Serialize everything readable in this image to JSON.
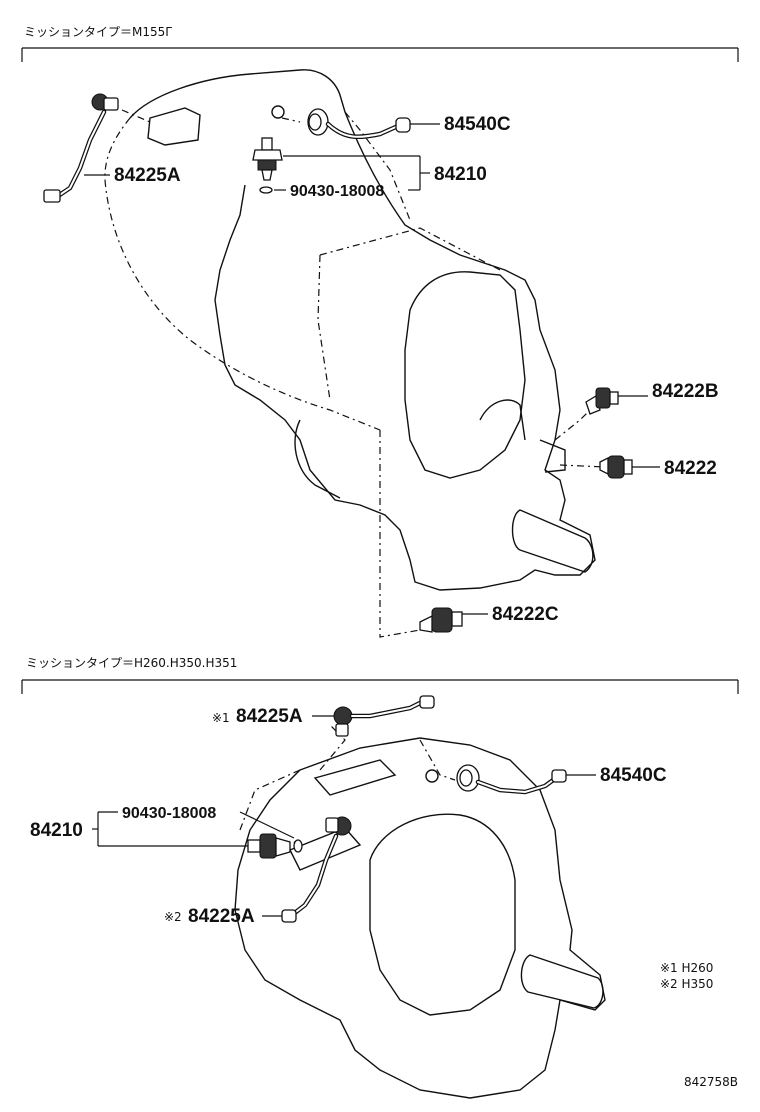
{
  "sections": [
    {
      "title": "ミッションタイプ＝M155Γ"
    },
    {
      "title": "ミッションタイプ＝H260.H350.H351"
    }
  ],
  "parts": {
    "switch_84540C": "84540C",
    "sensor_84225A": "84225A",
    "gasket_90430": "90430-18008",
    "switch_84210": "84210",
    "switch_84222B": "84222B",
    "switch_84222": "84222",
    "switch_84222C": "84222C"
  },
  "markers": {
    "mark1": "※1",
    "mark2": "※2"
  },
  "notes": {
    "note1": "※1 H260",
    "note2": "※2 H350"
  },
  "diagram_id": "842758B"
}
